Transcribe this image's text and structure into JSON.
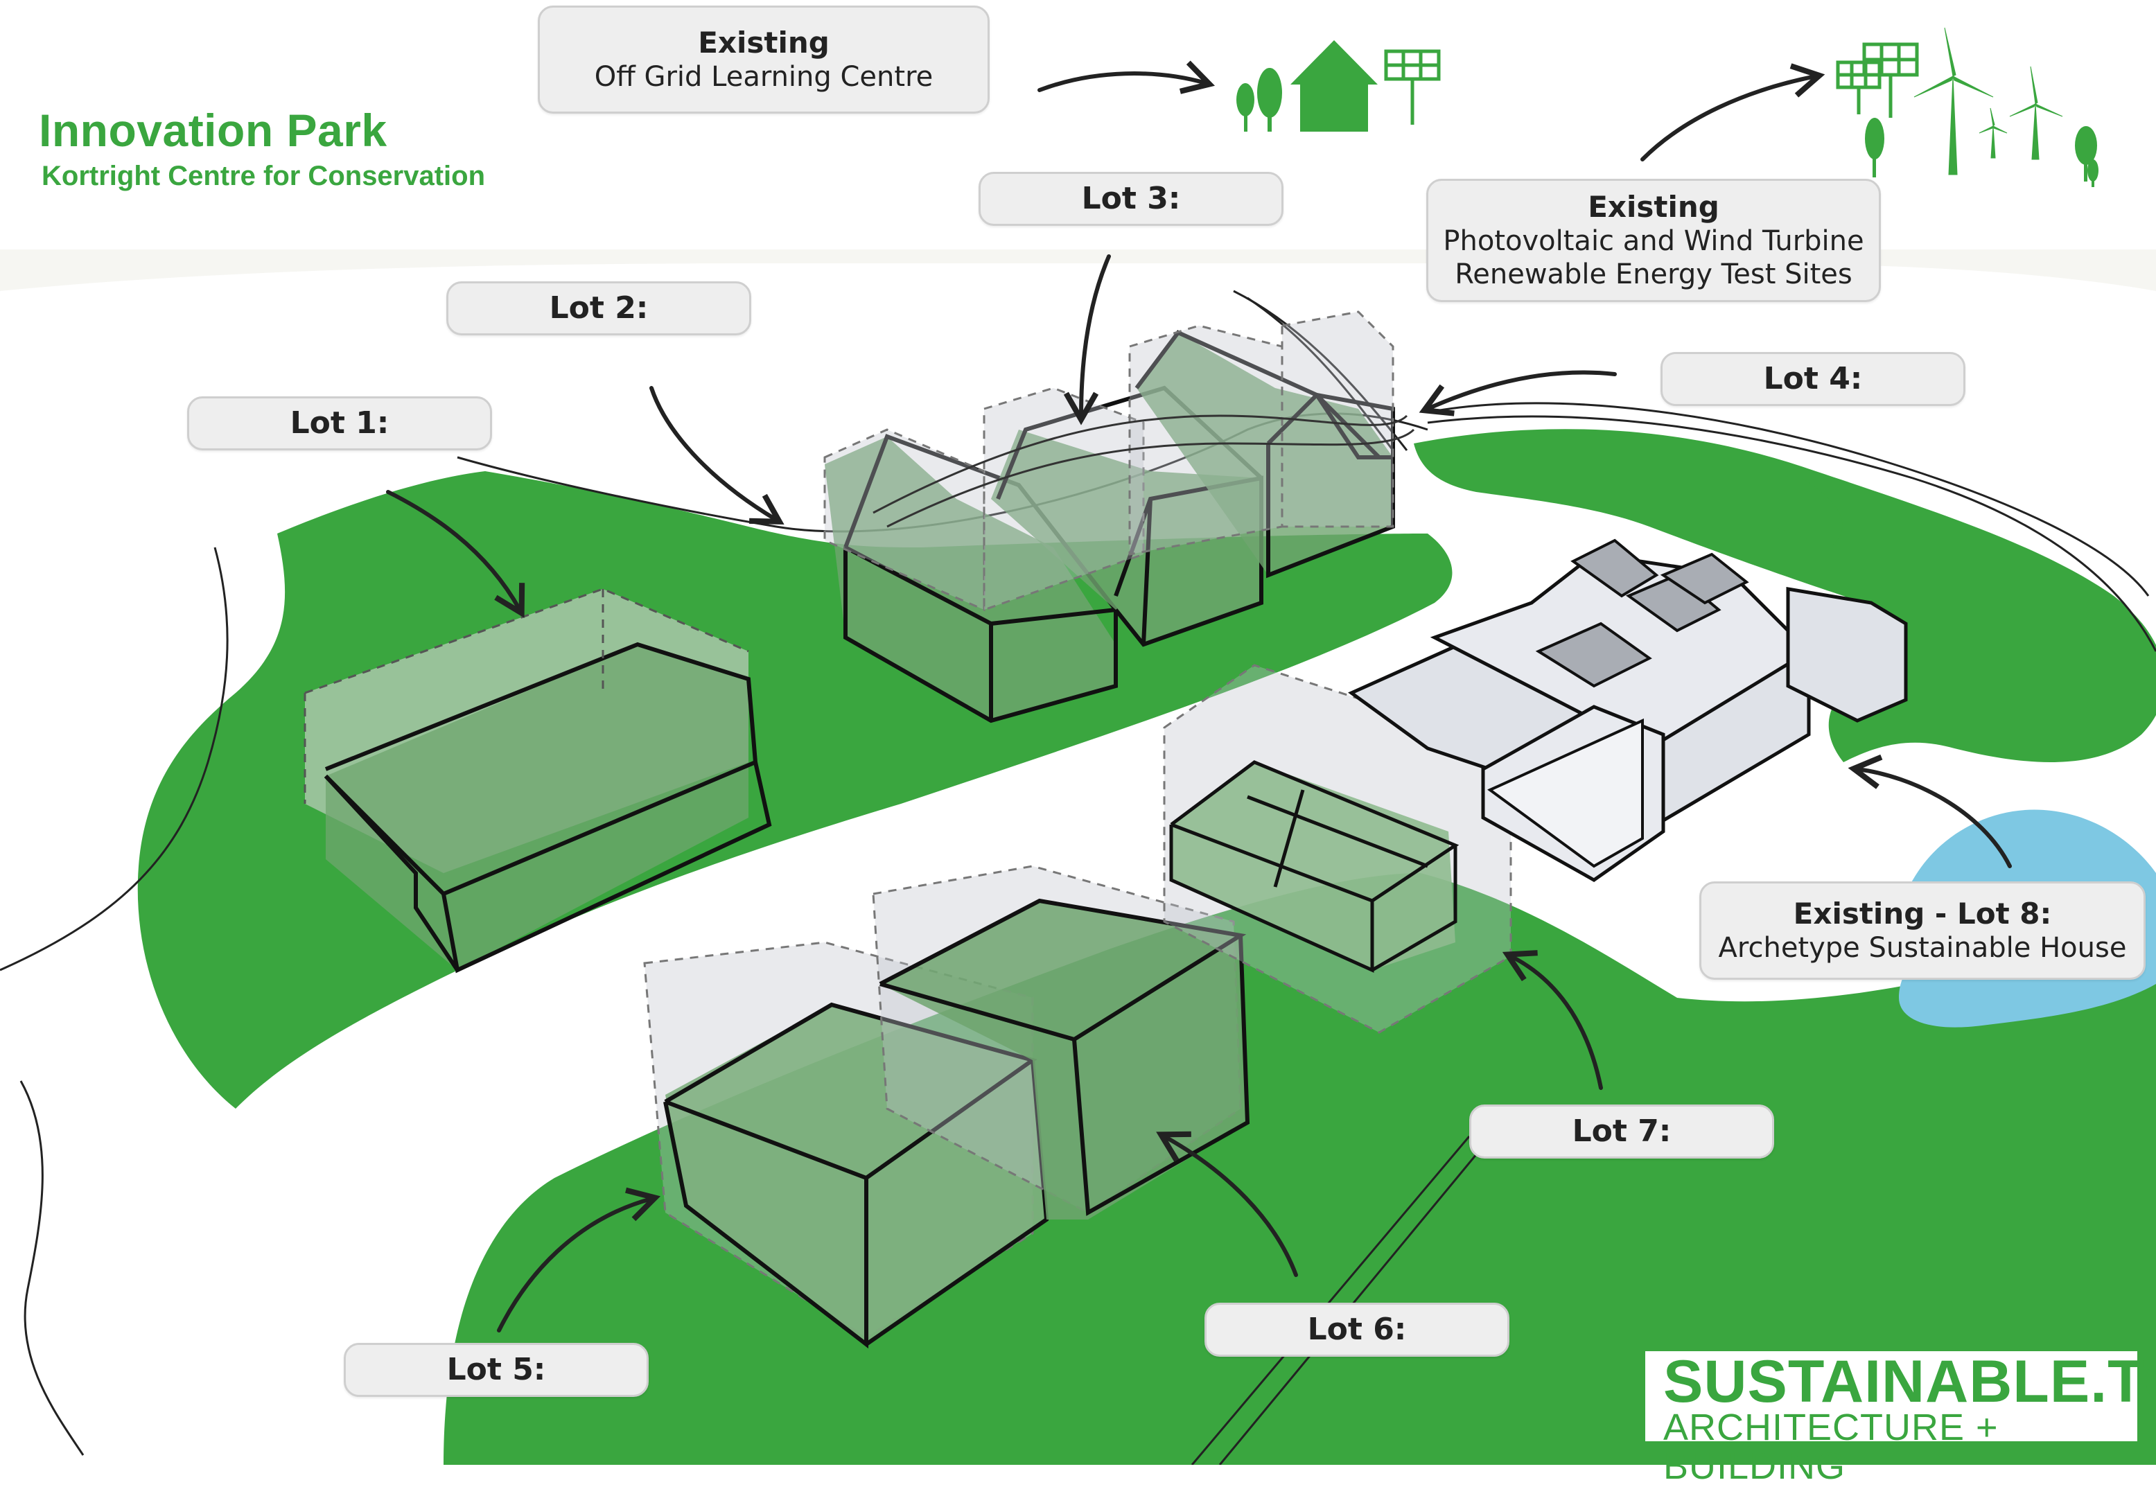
{
  "header": {
    "title": "Innovation Park",
    "subtitle": "Kortright Centre for Conservation"
  },
  "colors": {
    "grass": "#3aa63f",
    "brand_green": "#3aa63f",
    "water": "#7ec8e3",
    "label_bg": "#eeeeee"
  },
  "labels": {
    "lot1": "Lot 1:",
    "lot2": "Lot 2:",
    "lot3": "Lot 3:",
    "lot4": "Lot 4:",
    "lot5": "Lot 5:",
    "lot6": "Lot 6:",
    "lot7": "Lot 7:",
    "existing_learning": {
      "title": "Existing",
      "text": "Off Grid Learning Centre"
    },
    "existing_energy": {
      "title": "Existing",
      "line1": "Photovoltaic and Wind Turbine",
      "line2": "Renewable Energy Test Sites"
    },
    "existing_lot8": {
      "title": "Existing - Lot 8:",
      "text": "Archetype Sustainable House"
    }
  },
  "logo": {
    "line1": "SUSTAINABLE.TO",
    "line2": "ARCHITECTURE + BUILDING"
  },
  "icons": [
    "tree-icon",
    "house-icon",
    "solar-panel-icon",
    "wind-turbine-icon"
  ]
}
